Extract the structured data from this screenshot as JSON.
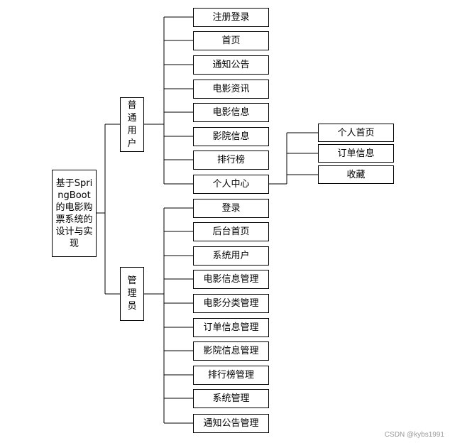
{
  "root": {
    "label": "基于SpringBoot的电影购票系统的设计与实现"
  },
  "user_group": {
    "label": "普通用户",
    "items": [
      "注册登录",
      "首页",
      "通知公告",
      "电影资讯",
      "电影信息",
      "影院信息",
      "排行榜",
      "个人中心"
    ]
  },
  "personal_center": {
    "items": [
      "个人首页",
      "订单信息",
      "收藏"
    ]
  },
  "admin_group": {
    "label": "管理员",
    "items": [
      "登录",
      "后台首页",
      "系统用户",
      "电影信息管理",
      "电影分类管理",
      "订单信息管理",
      "影院信息管理",
      "排行榜管理",
      "系统管理",
      "通知公告管理"
    ]
  },
  "watermark": "CSDN @kybs1991"
}
